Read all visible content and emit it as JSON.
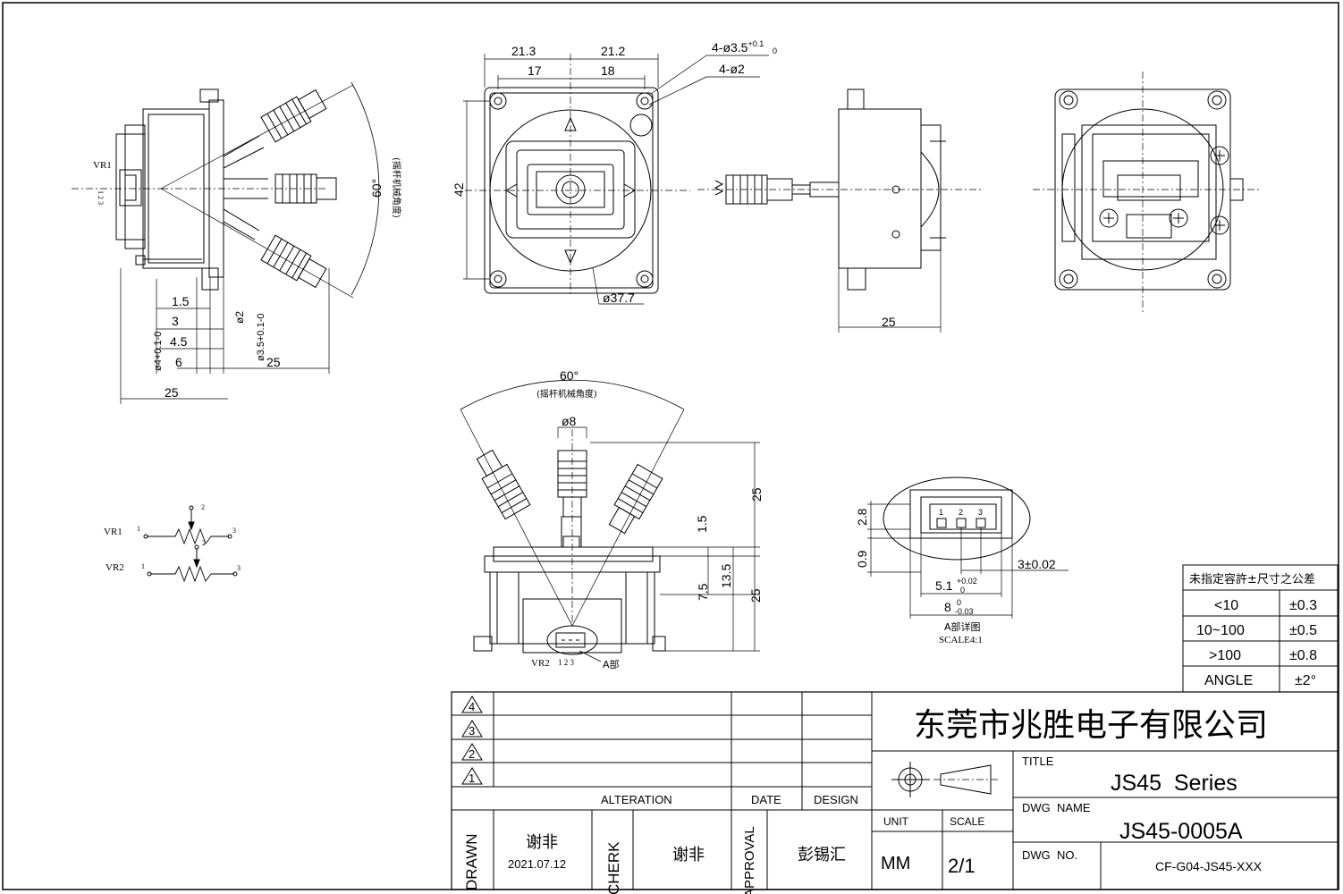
{
  "left_view": {
    "vr_label": "VR1",
    "pins": "1 2 3",
    "angle": "60°",
    "angle_note": "(摇杆机械角度)",
    "dims": {
      "d1_5": "1.5",
      "d3": "3",
      "d4_5": "4.5",
      "d6": "6",
      "d25a": "25",
      "d25b": "25",
      "dia4": "ø4+0.1-0",
      "dia2": "ø2",
      "dia3_5": "ø3.5+0.1-0"
    }
  },
  "front_view": {
    "w21_3": "21.3",
    "w21_2": "21.2",
    "w17": "17",
    "w18": "18",
    "h42": "42",
    "holes_a": "4-ø3.5",
    "holes_a_tol_up": "+0.1",
    "holes_a_tol_low": "0",
    "holes_b": "4-ø2",
    "dia": "ø37.7"
  },
  "side_view": {
    "w25": "25"
  },
  "bottom_view": {
    "angle": "60°",
    "angle_note": "(摇杆机械角度)",
    "dia8": "ø8",
    "d25_top": "25",
    "d1_5": "1.5",
    "d7_5": "7.5",
    "d13_5": "13.5",
    "d25_bot": "25",
    "vr_label": "VR2",
    "pins": "1 2 3",
    "detail_ref": "A部"
  },
  "detail_a": {
    "d2_8": "2.8",
    "d0_9": "0.9",
    "d3": "3±0.02",
    "d5_1": "5.1",
    "d5_1_up": "+0.02",
    "d5_1_low": "0",
    "d8": "8",
    "d8_up": "0",
    "d8_low": "-0.03",
    "pins": [
      "1",
      "2",
      "3"
    ],
    "caption": "A部详图",
    "scale": "SCALE4:1"
  },
  "schematic": {
    "vr1": "VR1",
    "vr2": "VR2",
    "p1": "1",
    "p2": "2",
    "p3": "3"
  },
  "tolerance_table": {
    "header": "未指定容許±尺寸之公差",
    "rows": [
      {
        "range": "<10",
        "tol": "±0.3"
      },
      {
        "range": "10~100",
        "tol": "±0.5"
      },
      {
        "range": ">100",
        "tol": "±0.8"
      },
      {
        "range": "ANGLE",
        "tol": "±2°"
      }
    ]
  },
  "title_block": {
    "revisions": [
      "4",
      "3",
      "2",
      "1"
    ],
    "alteration": "ALTERATION",
    "date": "DATE",
    "design": "DESIGN",
    "drawn_label": "DRAWN",
    "drawn_name": "谢非",
    "drawn_date": "2021.07.12",
    "check_label": "CHERK",
    "check_name": "谢非",
    "approval_label": "APPROVAL",
    "approval_name": "彭锡汇",
    "company": "东莞市兆胜电子有限公司",
    "title_label": "TITLE",
    "title": "JS45  Series",
    "dwg_name_label": "DWG  NAME",
    "dwg_name": "JS45-0005A",
    "dwg_no_label": "DWG  NO.",
    "dwg_no": "CF-G04-JS45-XXX",
    "unit_label": "UNIT",
    "unit": "MM",
    "scale_label": "SCALE",
    "scale": "2/1"
  }
}
